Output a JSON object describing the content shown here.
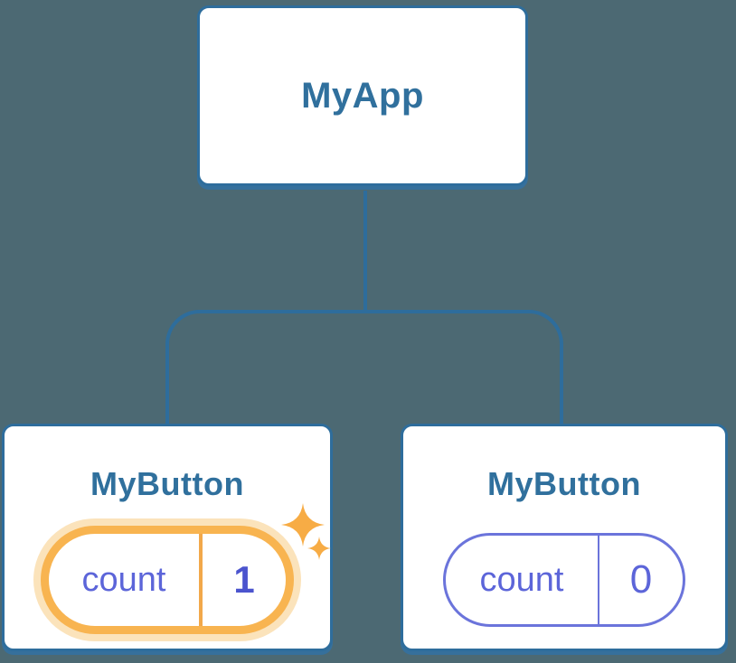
{
  "diagram": {
    "type": "component-tree",
    "background_color": "#4C6973",
    "colors": {
      "node_border_blue": "#2E6D9C",
      "node_label_blue": "#30709D",
      "connector_blue": "#2E6D9C",
      "state_text_purple": "#5C65D9",
      "state_value_bold_purple": "#4B54CE",
      "plain_pill_border_purple": "#6B74DB",
      "highlight_ring_orange": "#F8B450",
      "highlight_halo_orange": "#FBE3BB",
      "divider_orange": "#F2A84A",
      "sparkle_orange": "#F7AC45",
      "node_fill": "#ffffff"
    },
    "tree": {
      "root": {
        "label": "MyApp"
      },
      "children": [
        {
          "label": "MyButton",
          "state": {
            "key": "count",
            "value": "1"
          },
          "highlighted": true,
          "icon": "sparkles-icon"
        },
        {
          "label": "MyButton",
          "state": {
            "key": "count",
            "value": "0"
          },
          "highlighted": false
        }
      ]
    }
  }
}
